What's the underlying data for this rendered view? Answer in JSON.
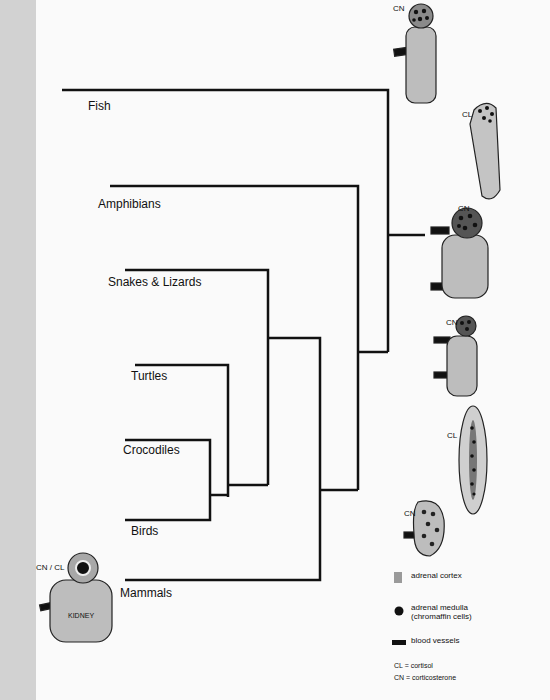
{
  "diagram": {
    "labels": [
      "CN",
      "Fish",
      "CL",
      "Amphibians",
      "CN",
      "Snakes & Lizards",
      "CN",
      "Turtles",
      "CL",
      "Crocodiles",
      "CN",
      "Birds",
      "CN / CL",
      "KIDNEY",
      "Mammals"
    ],
    "legend": [
      {
        "text": "adrenal cortex",
        "color": "#9a9a9a"
      },
      {
        "text": "adrenal medulla (chromaffin cells)"
      },
      {
        "text": "blood vessels",
        "color": "#111111"
      },
      {
        "text": "CL = cortisol"
      },
      {
        "text": "CN = corticosterone"
      }
    ]
  }
}
